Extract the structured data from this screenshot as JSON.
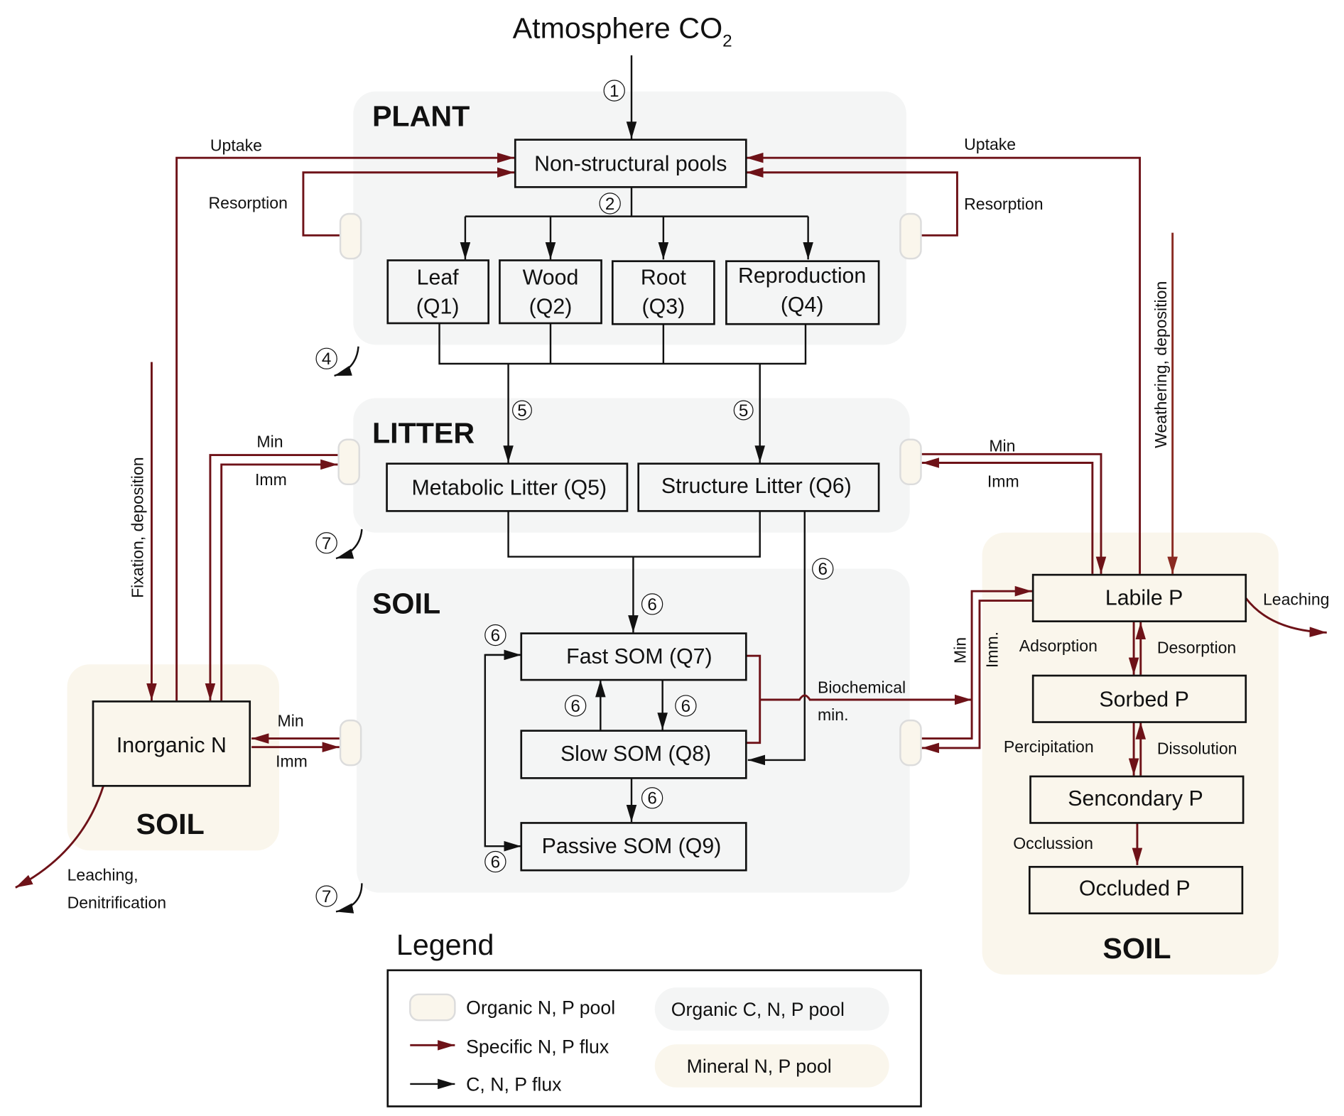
{
  "title": {
    "main": "Atmosphere CO",
    "subscript": "2"
  },
  "colors": {
    "organic_cnp_pool": "#f4f5f5",
    "mineral_np_pool": "#faf6ec",
    "organic_np_pool": "#faf6ec",
    "specific_np_flux": "#6e1218",
    "cnp_flux": "#111111"
  },
  "sections": {
    "plant": "PLANT",
    "litter": "LITTER",
    "soil_center": "SOIL",
    "soil_left": "SOIL",
    "soil_right": "SOIL"
  },
  "boxes": {
    "nonstructural": "Non-structural pools",
    "leaf": {
      "line1": "Leaf",
      "line2": "(Q1)"
    },
    "wood": {
      "line1": "Wood",
      "line2": "(Q2)"
    },
    "root": {
      "line1": "Root",
      "line2": "(Q3)"
    },
    "reproduction": {
      "line1": "Reproduction",
      "line2": "(Q4)"
    },
    "metabolic_litter": "Metabolic Litter (Q5)",
    "structure_litter": "Structure Litter (Q6)",
    "fast_som": "Fast SOM (Q7)",
    "slow_som": "Slow SOM (Q8)",
    "passive_som": "Passive SOM (Q9)",
    "inorganic_n": "Inorganic N",
    "labile_p": "Labile P",
    "sorbed_p": "Sorbed P",
    "secondary_p": "Sencondary P",
    "occluded_p": "Occluded P"
  },
  "flux_labels": {
    "uptake_left": "Uptake",
    "uptake_right": "Uptake",
    "resorption_left": "Resorption",
    "resorption_right": "Resorption",
    "fixation": "Fixation, deposition",
    "weathering": "Weathering, deposition",
    "litter_min_left": "Min",
    "litter_imm_left": "Imm",
    "litter_min_right": "Min",
    "litter_imm_right": "Imm",
    "soil_min_left": "Min",
    "soil_imm_left": "Imm",
    "soil_min_right": "Min",
    "soil_imm_right": "Imm.",
    "biochemical": "Biochemical",
    "biochemical_min": "min.",
    "leaching_n_1": "Leaching,",
    "leaching_n_2": "Denitrification",
    "leaching_p": "Leaching",
    "adsorption": "Adsorption",
    "desorption": "Desorption",
    "precipitation": "Percipitation",
    "dissolution": "Dissolution",
    "occlusion": "Occlussion"
  },
  "process_numbers": {
    "n1": "1",
    "n2": "2",
    "n4": "4",
    "n5a": "5",
    "n5b": "5",
    "n6a": "6",
    "n6b": "6",
    "n6c": "6",
    "n6d": "6",
    "n6e": "6",
    "n6f": "6",
    "n6g": "6",
    "n7a": "7",
    "n7b": "7"
  },
  "legend": {
    "title": "Legend",
    "items": [
      {
        "label": "Organic N, P pool",
        "symbol": "pill"
      },
      {
        "label": "Specific N, P flux",
        "symbol": "red-arrow"
      },
      {
        "label": "C, N, P flux",
        "symbol": "black-arrow"
      },
      {
        "label": "Organic C, N, P pool",
        "symbol": "gray-panel"
      },
      {
        "label": "Mineral N, P pool",
        "symbol": "cream-panel"
      }
    ]
  }
}
